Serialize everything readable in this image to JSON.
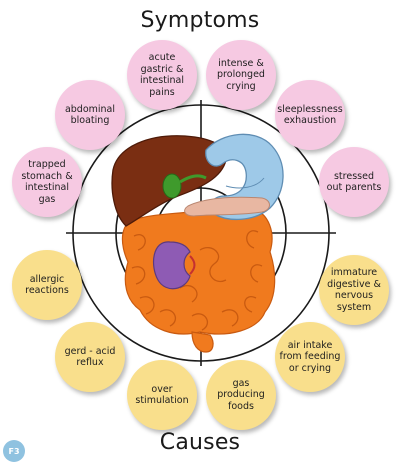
{
  "heading_top": "Symptoms",
  "heading_bottom": "Causes",
  "symptoms": [
    "acute\ngastric &\nintestinal\npains",
    "intense &\nprolonged\ncrying",
    "abdominal\nbloating",
    "sleeplessness\nexhaustion",
    "trapped\nstomach &\nintestinal\ngas",
    "stressed\nout parents"
  ],
  "causes": [
    "allergic\nreactions",
    "immature\ndigestive &\nnervous\nsystem",
    "gerd - acid\nreflux",
    "air intake\nfrom feeding\nor crying",
    "over\nstimulation",
    "gas\nproducing\nfoods"
  ],
  "logo_text": "F3"
}
